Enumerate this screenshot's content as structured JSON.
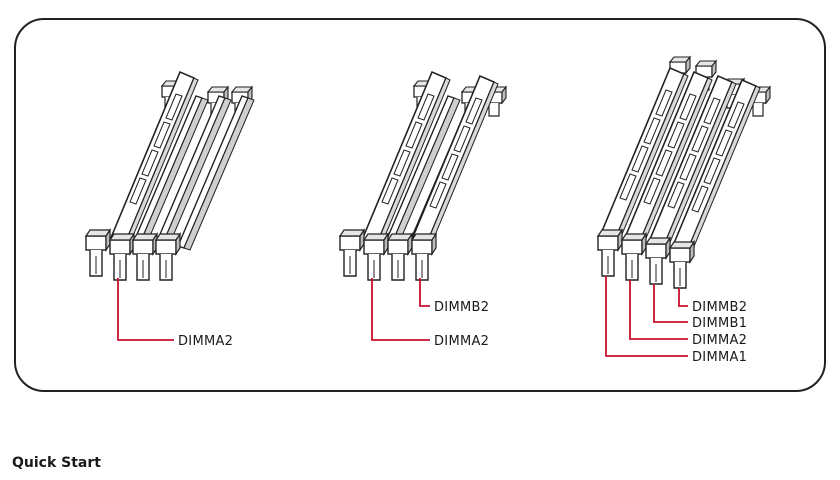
{
  "figure": {
    "configs": [
      {
        "slots_installed": 1,
        "labels": [
          "DIMMA2"
        ]
      },
      {
        "slots_installed": 2,
        "labels": [
          "DIMMB2",
          "DIMMA2"
        ]
      },
      {
        "slots_installed": 4,
        "labels": [
          "DIMMB2",
          "DIMMB1",
          "DIMMA2",
          "DIMMA1"
        ]
      }
    ],
    "leader_color": "#c8102e",
    "outline_color": "#222222"
  },
  "section": {
    "title": "Quick Start"
  }
}
